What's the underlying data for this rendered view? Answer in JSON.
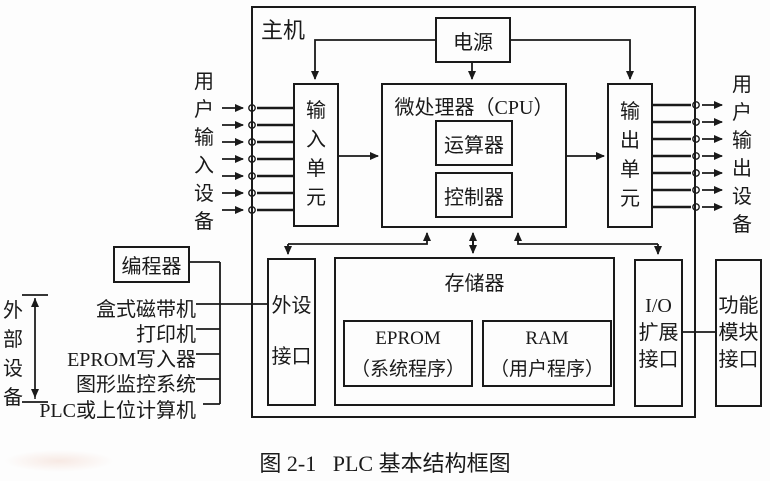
{
  "caption": "图 2-1   PLC 基本结构框图",
  "main_unit_label": "主机",
  "power_label": "电源",
  "cpu": {
    "title": "微处理器（CPU）",
    "alu_label": "运算器",
    "controller_label": "控制器"
  },
  "input_unit_label": "输入单元",
  "output_unit_label": "输出单元",
  "memory": {
    "title": "存储器",
    "eprom_name": "EPROM",
    "eprom_desc": "（系统程序）",
    "ram_name": "RAM",
    "ram_desc": "（用户程序）"
  },
  "peripheral_interface_label": "外设接口",
  "io_expansion": {
    "line1": "I/O",
    "line2": "扩展",
    "line3": "接口"
  },
  "function_module": {
    "line1": "功能",
    "line2": "模块",
    "line3": "接口"
  },
  "user_input_devices_label": "用户输入设备",
  "user_output_devices_label": "用户输出设备",
  "external_devices_label": "外部设备",
  "external_devices": {
    "programmer_label": "编程器",
    "items": [
      "盒式磁带机",
      "打印机",
      "EPROM写入器",
      "图形监控系统",
      "PLC或上位计算机"
    ]
  },
  "colors": {
    "ink": "#1a1a1a",
    "background": "#fdfdfd"
  }
}
